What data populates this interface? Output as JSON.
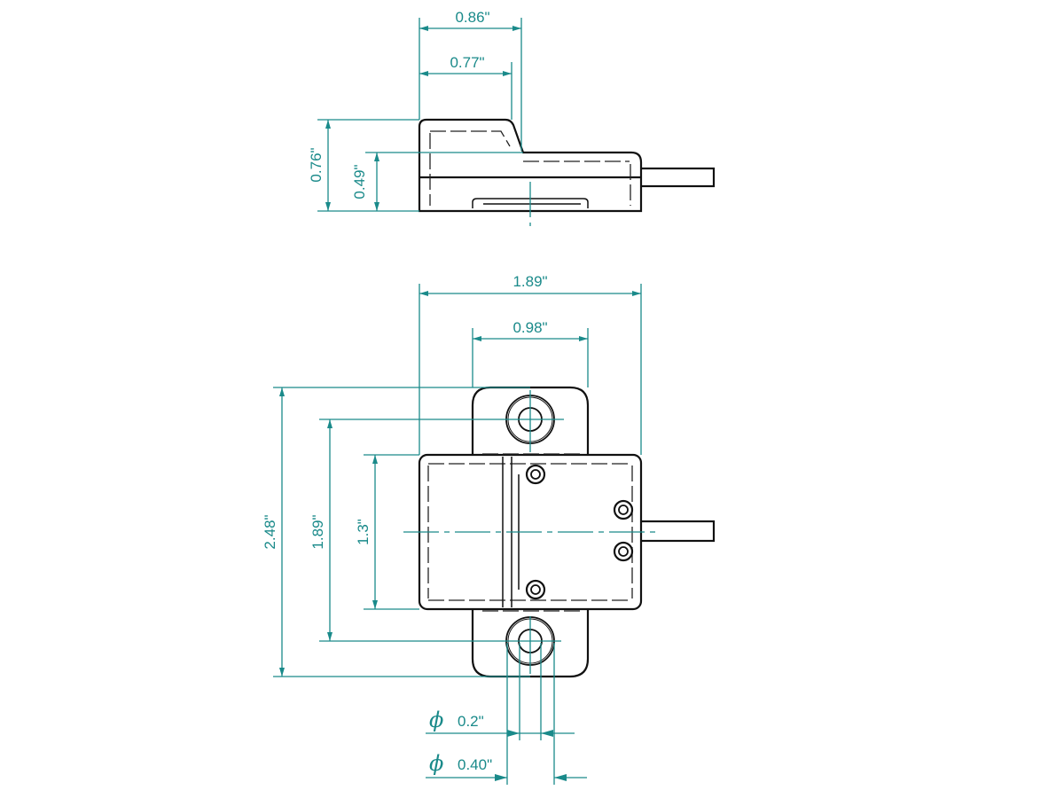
{
  "top_view": {
    "width_overall": "0.86\"",
    "width_upper": "0.77\"",
    "height_overall": "0.76\"",
    "height_lower": "0.49\""
  },
  "front_view": {
    "body_width": "1.89\"",
    "tab_width": "0.98\"",
    "overall_height": "2.48\"",
    "hole_spacing": "1.89\"",
    "body_height": "1.3\"",
    "hole_diameter": "0.2\"",
    "counterbore_diameter": "0.40\"",
    "diameter_symbol": "ϕ"
  },
  "colors": {
    "dimension": "#1a8a8a",
    "outline": "#111111"
  }
}
